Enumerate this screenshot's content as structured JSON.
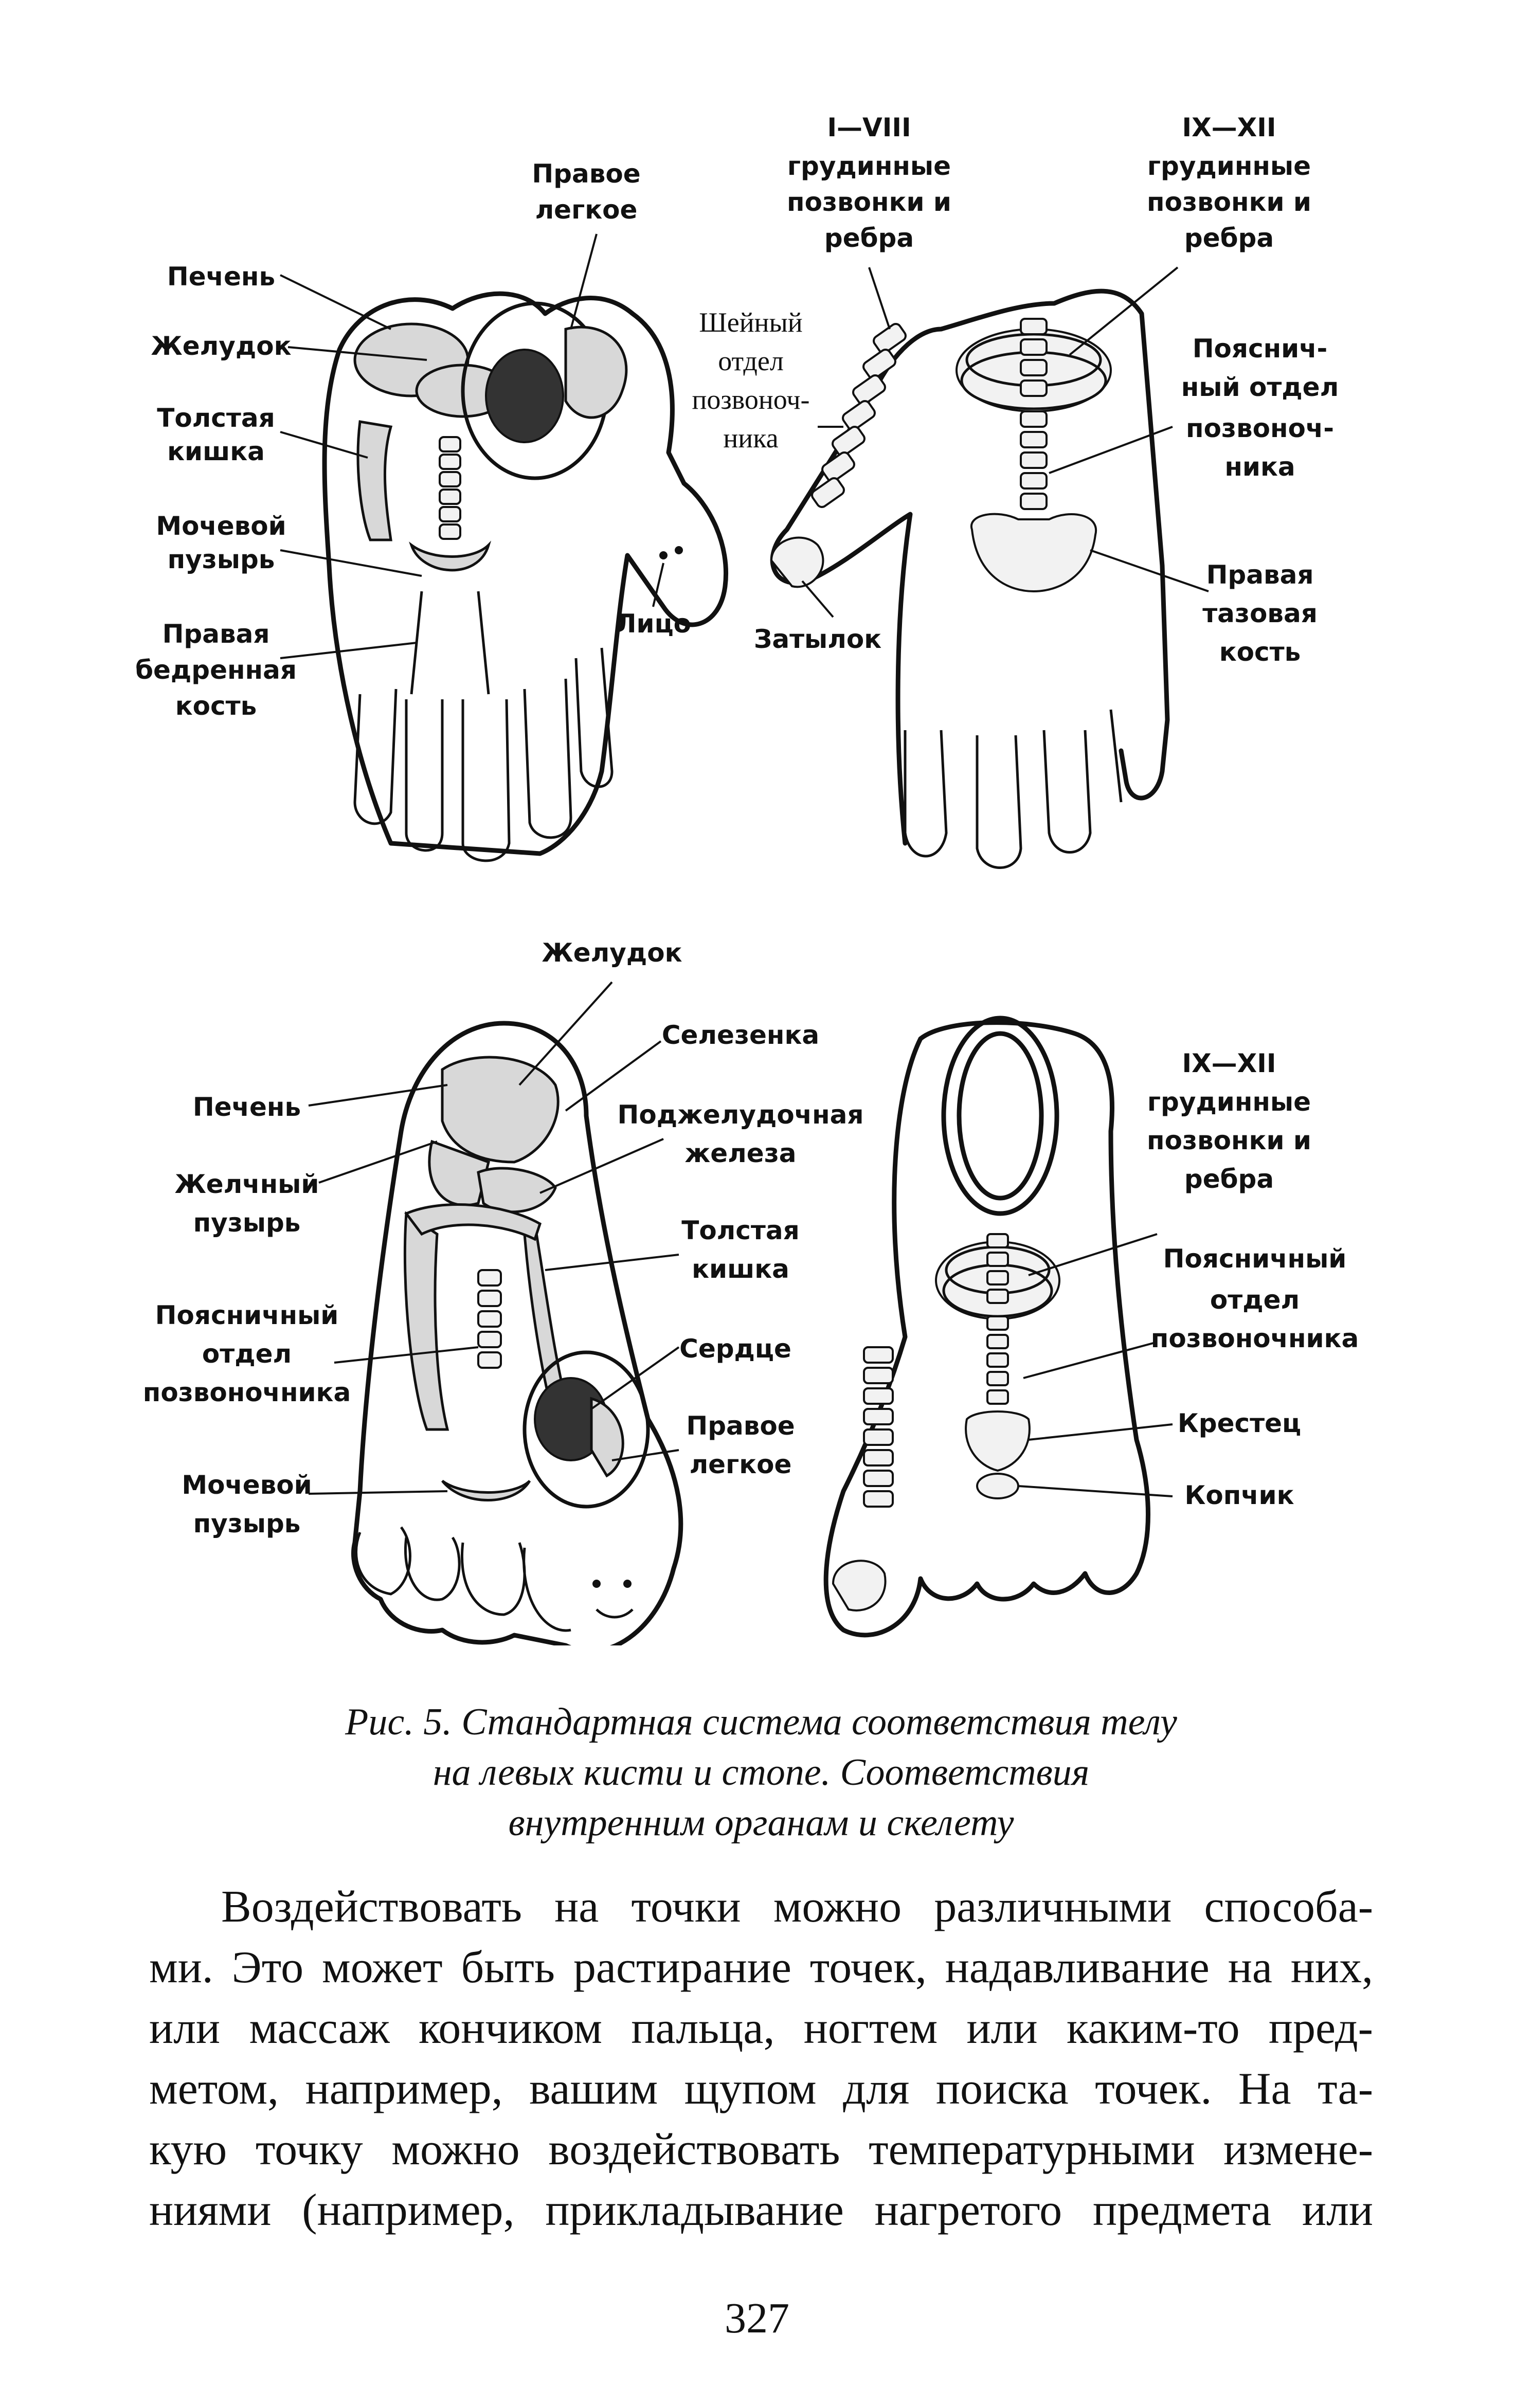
{
  "figure": {
    "hand_palm_labels": {
      "pechen": "Печень",
      "zheludok": "Желудок",
      "tolstaya_1": "Толстая",
      "tolstaya_2": "кишка",
      "pravoe_1": "Правое",
      "pravoe_2": "легкое",
      "mochevoy_1": "Мочевой",
      "mochevoy_2": "пузырь",
      "bedr_1": "Правая",
      "bedr_2": "бедренная",
      "bedr_3": "кость",
      "litso": "Лицо"
    },
    "hand_back_labels": {
      "i_viii_1": "I—VIII",
      "i_viii_2": "грудинные",
      "i_viii_3": "позвонки и",
      "i_viii_4": "ребра",
      "ix_xii_1": "IX—XII",
      "ix_xii_2": "грудинные",
      "ix_xii_3": "позвонки и",
      "ix_xii_4": "ребра",
      "sheyny_1": "Шейный",
      "sheyny_2": "отдел",
      "sheyny_3": "позвоноч-",
      "sheyny_4": "ника",
      "poyasn_1": "Пояснич-",
      "poyasn_2": "ный отдел",
      "poyasn_3": "позвоноч-",
      "poyasn_4": "ника",
      "pravaya_taz_1": "Правая",
      "pravaya_taz_2": "тазовая",
      "pravaya_taz_3": "кость",
      "zatylok": "Затылок"
    },
    "foot_sole_labels": {
      "zheludok": "Желудок",
      "selezenka": "Селезенка",
      "pechen": "Печень",
      "podzh_1": "Поджелудочная",
      "podzh_2": "железа",
      "zhelch_1": "Желчный",
      "zhelch_2": "пузырь",
      "tolst_1": "Толстая",
      "tolst_2": "кишка",
      "poyasn_1": "Поясничный",
      "poyasn_2": "отдел",
      "poyasn_3": "позвоночника",
      "serdce": "Сердце",
      "pravoe_1": "Правое",
      "pravoe_2": "легкое",
      "mochevoy_1": "Мочевой",
      "mochevoy_2": "пузырь"
    },
    "foot_top_labels": {
      "ix_xii_1": "IX—XII",
      "ix_xii_2": "грудинные",
      "ix_xii_3": "позвонки и",
      "ix_xii_4": "ребра",
      "poyasn_1": "Поясничный",
      "poyasn_2": "отдел",
      "poyasn_3": "позвоночника",
      "kresets": "Крестец",
      "kopchik": "Копчик"
    }
  },
  "caption": {
    "line1": "Рис. 5. Стандартная система соответствия телу",
    "line2": "на левых кисти и стопе. Соответствия",
    "line3": "внутренним органам и скелету"
  },
  "body": {
    "lines": [
      "Воздействовать на точки можно различными способа-",
      "ми. Это может быть растирание точек, надавливание на них,",
      "или массаж кончиком пальца, ногтем или каким-то пред-",
      "метом, например, вашим щупом для поиска точек. На та-",
      "кую точку можно воздействовать температурными измене-",
      "ниями (например, прикладывание нагретого предмета или"
    ]
  },
  "page_number": "327"
}
